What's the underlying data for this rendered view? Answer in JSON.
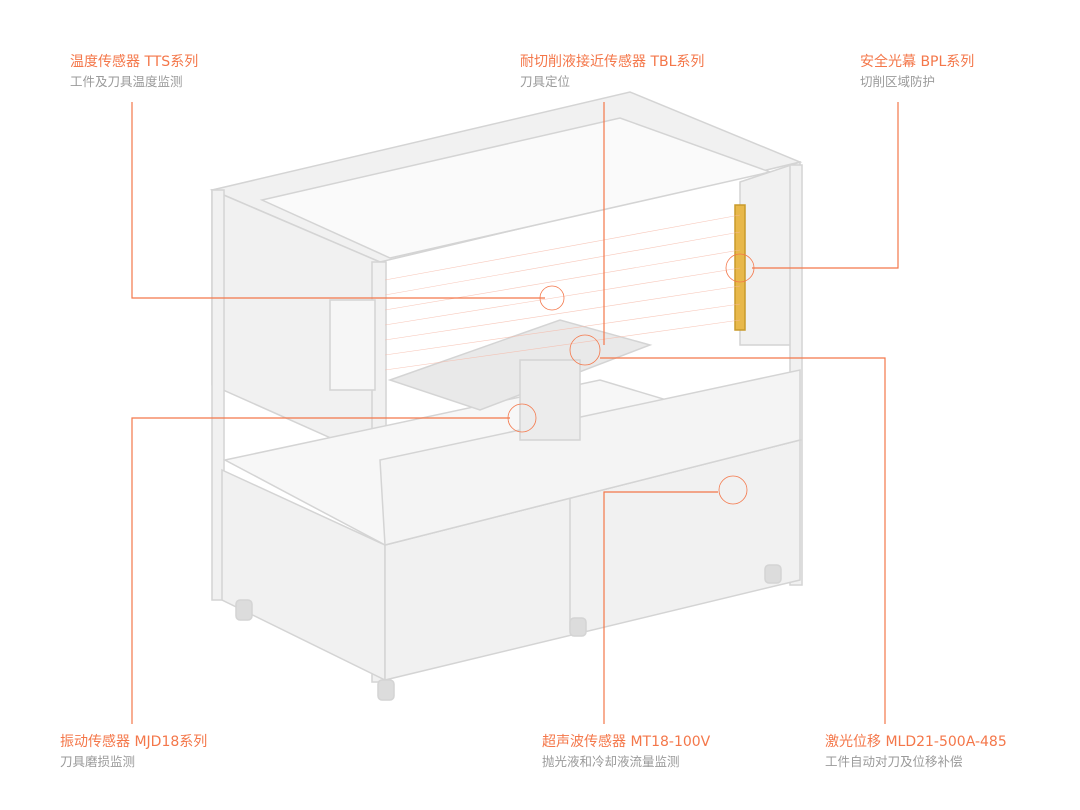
{
  "accent_color": "#f4774a",
  "callouts": [
    {
      "title": "温度传感器 TTS系列",
      "subtitle": "工件及刀具温度监测"
    },
    {
      "title": "耐切削液接近传感器 TBL系列",
      "subtitle": "刀具定位"
    },
    {
      "title": "安全光幕 BPL系列",
      "subtitle": "切削区域防护"
    },
    {
      "title": "振动传感器  MJD18系列",
      "subtitle": "刀具磨损监测"
    },
    {
      "title": "超声波传感器 MT18-100V",
      "subtitle": "抛光液和冷却液流量监测"
    },
    {
      "title": "激光位移 MLD21-500A-485",
      "subtitle": "工件自动对刀及位移补偿"
    }
  ]
}
